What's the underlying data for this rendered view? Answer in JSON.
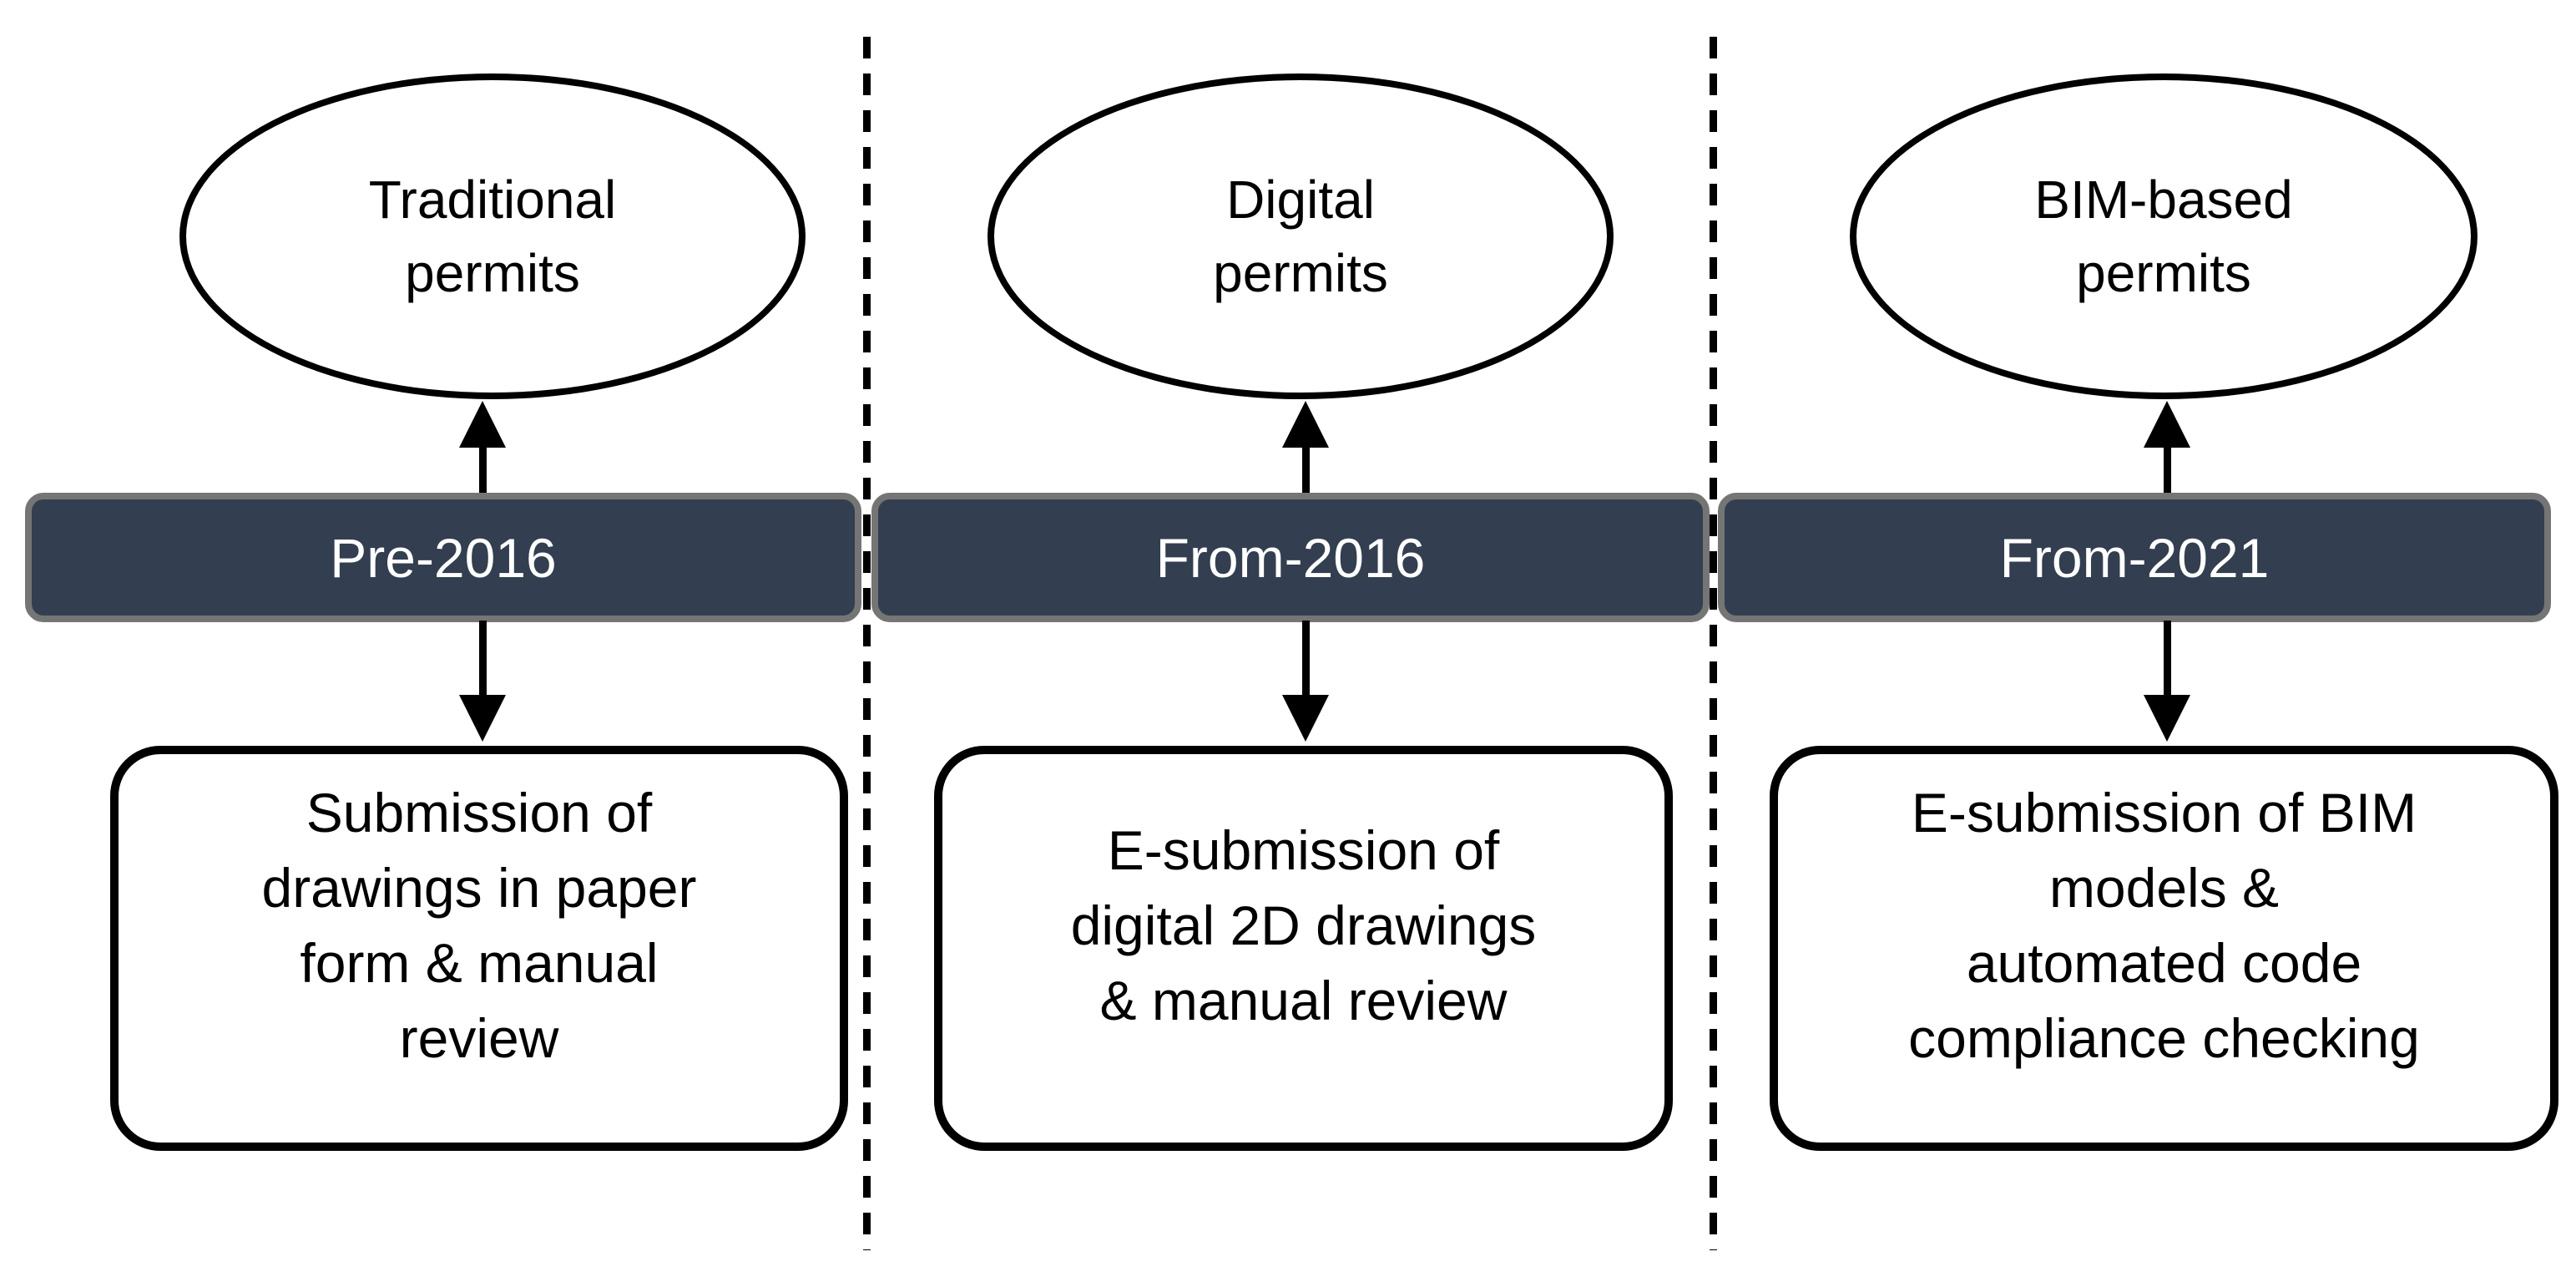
{
  "diagram": {
    "columns": [
      {
        "ellipse_lines": [
          "Traditional",
          "permits"
        ],
        "period_label": "Pre-2016",
        "box_lines": [
          "Submission of",
          "drawings in paper",
          "form & manual",
          "review"
        ]
      },
      {
        "ellipse_lines": [
          "Digital",
          "permits"
        ],
        "period_label": "From-2016",
        "box_lines": [
          "E-submission of",
          "digital 2D drawings",
          "& manual review"
        ]
      },
      {
        "ellipse_lines": [
          "BIM-based",
          "permits"
        ],
        "period_label": "From-2021",
        "box_lines": [
          "E-submission of BIM",
          "models &",
          "automated code",
          "compliance checking"
        ]
      }
    ],
    "colors": {
      "bar_fill": "#333F50",
      "bar_border": "#757575",
      "bar_text": "#FFFFFF",
      "shape_stroke": "#000000",
      "background": "#FFFFFF"
    }
  }
}
